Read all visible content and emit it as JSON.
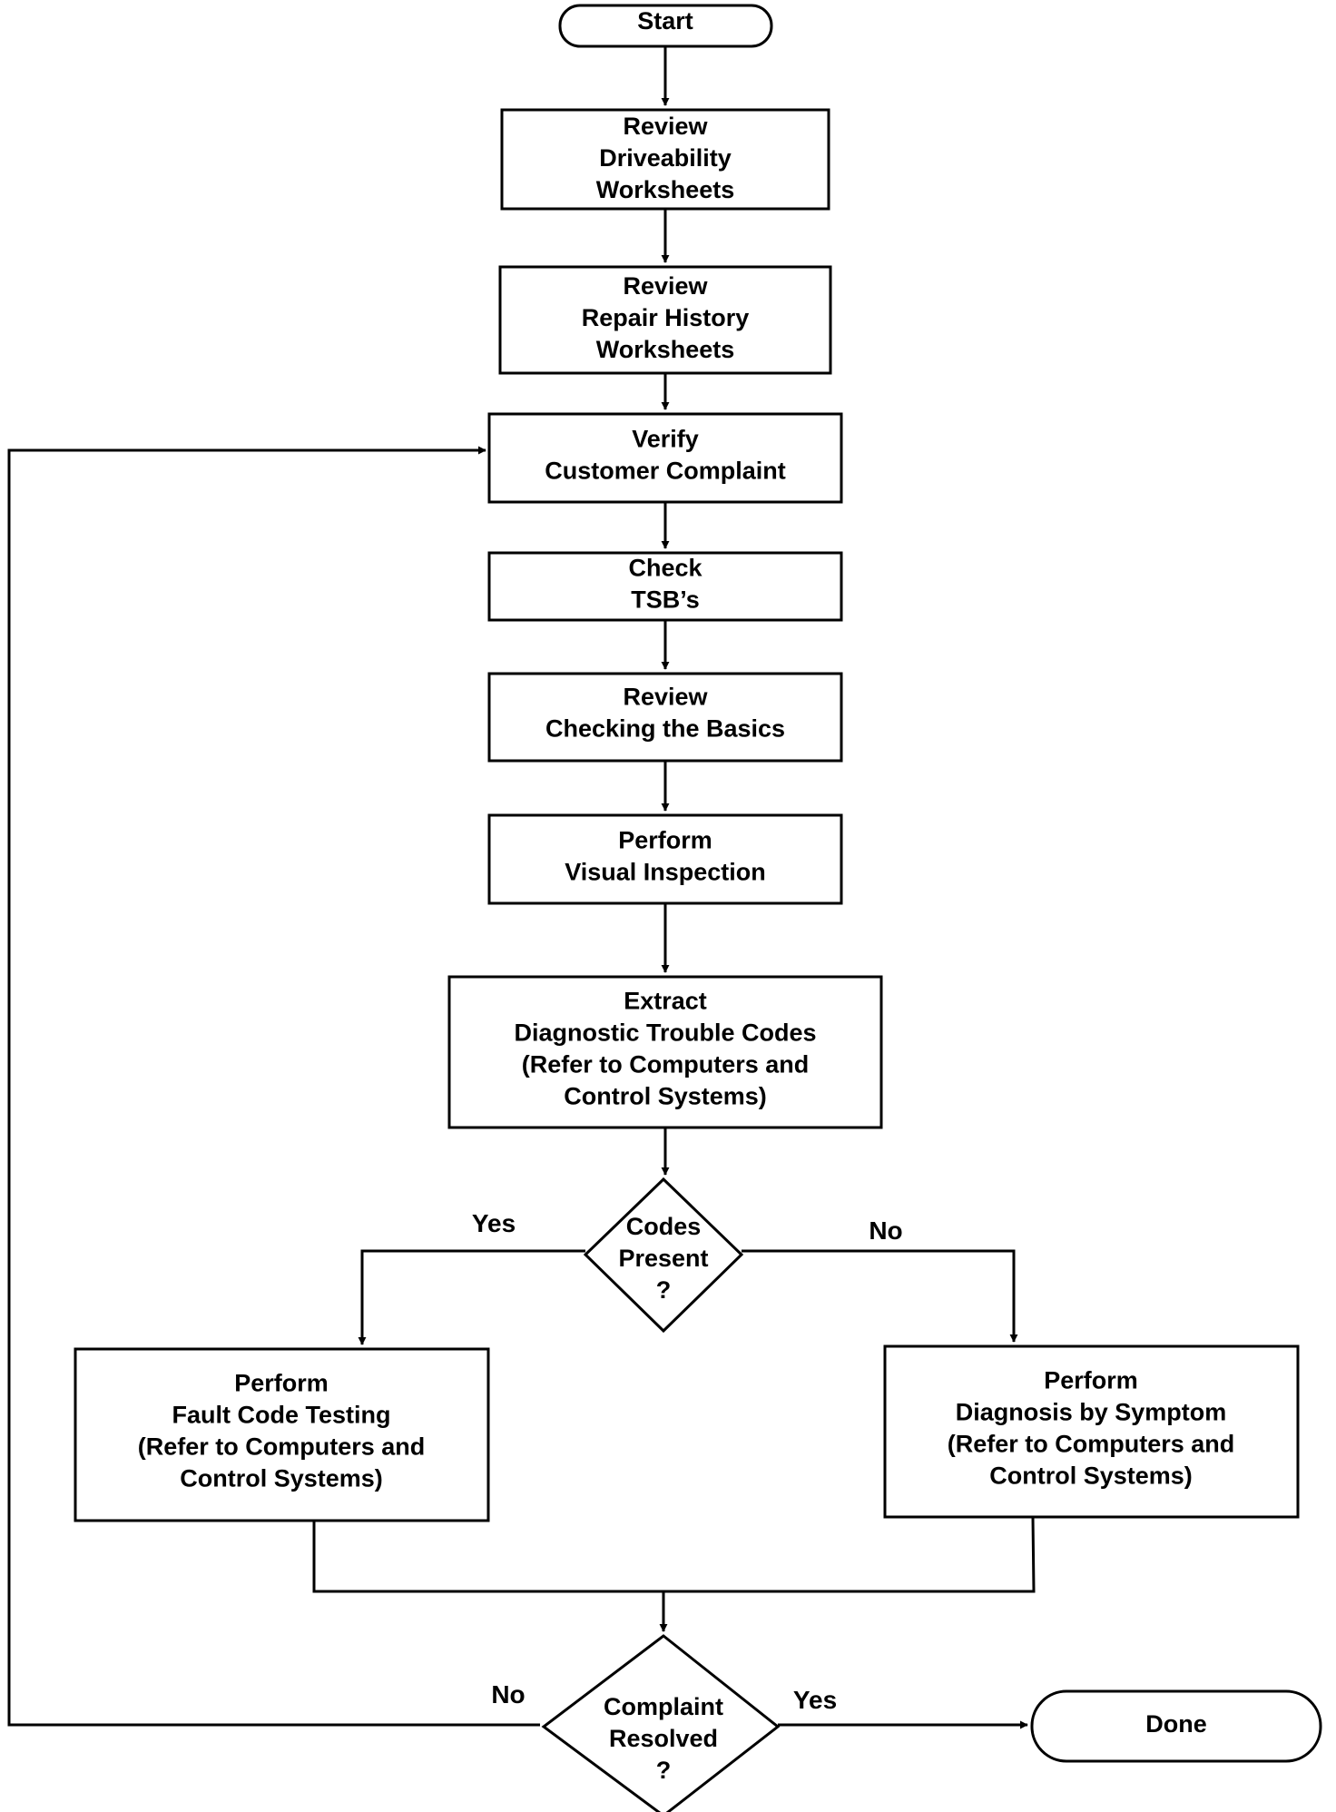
{
  "nodes": {
    "start": {
      "lines": [
        "Start"
      ]
    },
    "driveability": {
      "lines": [
        "Review",
        "Driveability",
        "Worksheets"
      ]
    },
    "repair": {
      "lines": [
        "Review",
        "Repair History",
        "Worksheets"
      ]
    },
    "verify": {
      "lines": [
        "Verify",
        "Customer Complaint"
      ]
    },
    "tsb": {
      "lines": [
        "Check",
        "TSB’s"
      ]
    },
    "basics": {
      "lines": [
        "Review",
        "Checking the Basics"
      ]
    },
    "visual": {
      "lines": [
        "Perform",
        "Visual Inspection"
      ]
    },
    "extract": {
      "lines": [
        "Extract",
        "Diagnostic Trouble Codes",
        "(Refer to Computers and",
        "Control Systems)"
      ]
    },
    "codes": {
      "lines": [
        "Codes",
        "Present",
        "?"
      ]
    },
    "fault": {
      "lines": [
        "Perform",
        "Fault Code Testing",
        "(Refer to Computers and",
        "Control Systems)"
      ]
    },
    "symptom": {
      "lines": [
        "Perform",
        "Diagnosis by Symptom",
        "(Refer to Computers and",
        "Control Systems)"
      ]
    },
    "resolved": {
      "lines": [
        "Complaint",
        "Resolved",
        "?"
      ]
    },
    "done": {
      "lines": [
        "Done"
      ]
    }
  },
  "edge_labels": {
    "codes_yes": "Yes",
    "codes_no": "No",
    "resolved_no": "No",
    "resolved_yes": "Yes"
  }
}
